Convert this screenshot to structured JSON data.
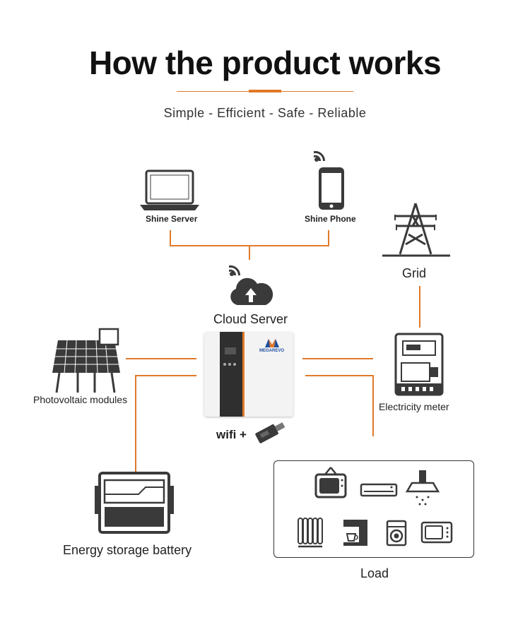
{
  "header": {
    "title": "How the product works",
    "subtitle": "Simple - Efficient - Safe - Reliable"
  },
  "nodes": {
    "shine_server": "Shine Server",
    "shine_phone": "Shine Phone",
    "grid": "Grid",
    "cloud_server": "Cloud Server",
    "photovoltaic": "Photovoltaic modules",
    "electricity_meter": "Electricity meter",
    "wifi": "wifi +",
    "energy_storage": "Energy storage battery",
    "load": "Load",
    "inverter_brand": "MEGAREVO"
  },
  "colors": {
    "accent": "#e07a2a",
    "icon": "#3a3a3a"
  },
  "icons": [
    "laptop-icon",
    "phone-icon",
    "wifi-icon",
    "cloud-upload-icon",
    "power-tower-icon",
    "solar-panel-icon",
    "inverter-icon",
    "electricity-meter-icon",
    "wifi-dongle-icon",
    "battery-icon",
    "tv-icon",
    "air-conditioner-icon",
    "range-hood-icon",
    "heater-icon",
    "coffee-machine-icon",
    "washing-machine-icon",
    "microwave-icon"
  ]
}
